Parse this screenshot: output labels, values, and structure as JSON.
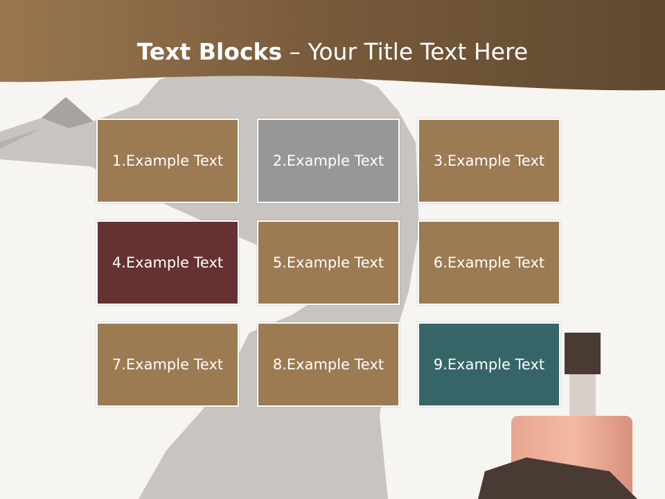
{
  "slide": {
    "title_bold": "Text Blocks",
    "title_dash": " – ",
    "title_rest": "Your Title Text Here"
  },
  "blocks": [
    {
      "label": "1.Example Text",
      "color": "#9c7a52"
    },
    {
      "label": "2.Example Text",
      "color": "#979797"
    },
    {
      "label": "3.Example Text",
      "color": "#9c7a52"
    },
    {
      "label": "4.Example Text",
      "color": "#653131"
    },
    {
      "label": "5.Example Text",
      "color": "#9c7a52"
    },
    {
      "label": "6.Example Text",
      "color": "#9c7a52"
    },
    {
      "label": "7.Example Text",
      "color": "#9c7a52"
    },
    {
      "label": "8.Example Text",
      "color": "#9c7a52"
    },
    {
      "label": "9.Example Text",
      "color": "#356567"
    }
  ],
  "colors": {
    "header_band": "#7f6140",
    "silhouette": "#c9c4c0",
    "background": "#f7f5f2"
  }
}
